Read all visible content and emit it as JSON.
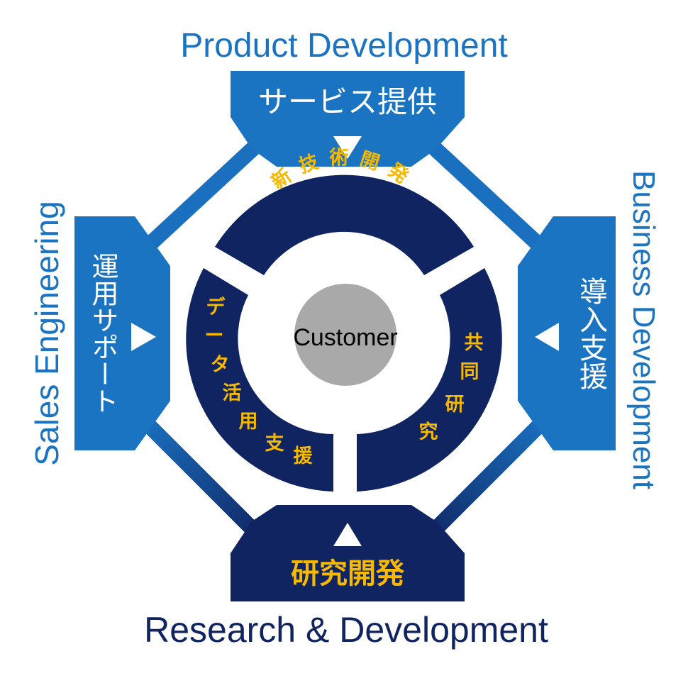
{
  "colors": {
    "frame_blue": "#1a6fbe",
    "box_blue": "#1a74c2",
    "navy": "#0f2461",
    "gold": "#f7b800",
    "core_gray": "#a9a9a9",
    "white": "#ffffff",
    "label_blue": "#1a74c2",
    "label_navy": "#0f2461"
  },
  "outer_labels": {
    "top": "Product Development",
    "right": "Business Development",
    "bottom": "Research & Development",
    "left": "Sales Engineering"
  },
  "boxes": {
    "top": "サービス提供",
    "right": "導入支援",
    "bottom": "研究開発",
    "left": "運用サポート"
  },
  "ring_segments": {
    "top": "新技術開発",
    "right": "共同研究",
    "left": "データ活用支援"
  },
  "center": "Customer"
}
